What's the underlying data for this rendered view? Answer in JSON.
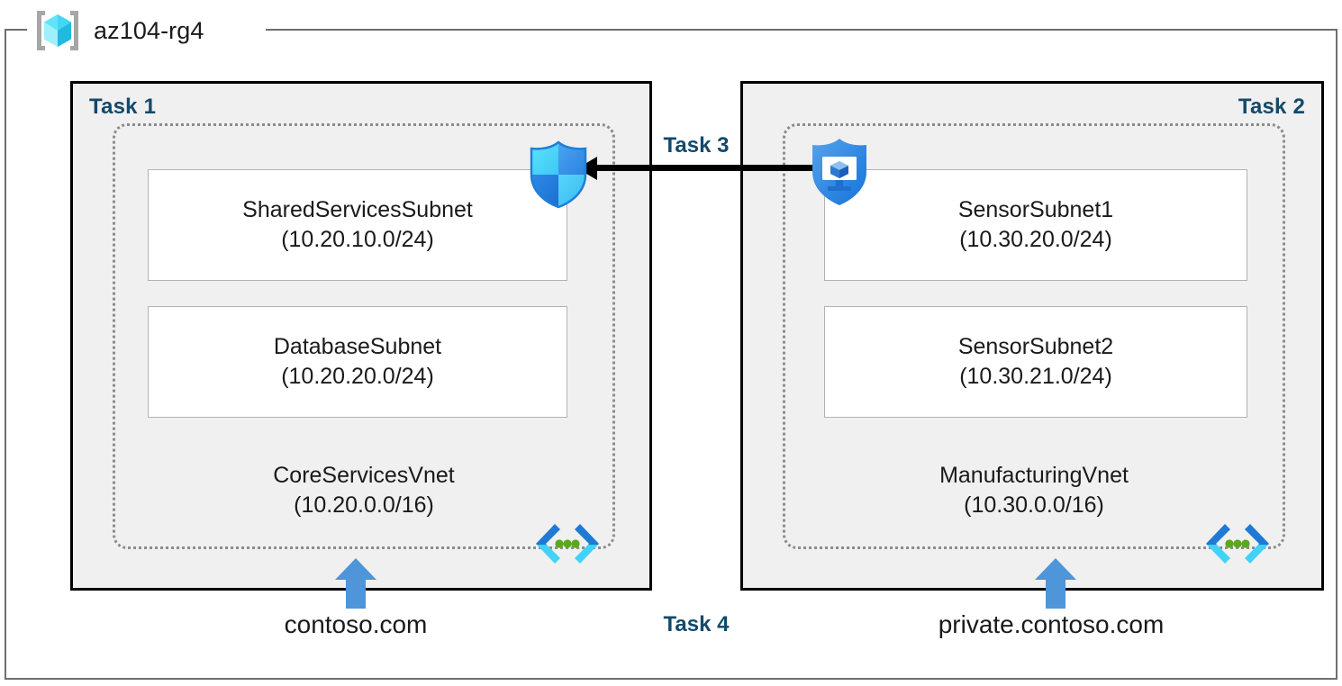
{
  "resource_group": {
    "name": "az104-rg4",
    "icon": "azure-resource-group-cube-icon"
  },
  "panels": [
    {
      "id": "left",
      "task_label": "Task 1",
      "vnet": {
        "name": "CoreServicesVnet",
        "cidr": "(10.20.0.0/16)",
        "icon": "virtual-network-icon"
      },
      "subnets": [
        {
          "name": "SharedServicesSubnet",
          "cidr": "(10.20.10.0/24)"
        },
        {
          "name": "DatabaseSubnet",
          "cidr": "(10.20.20.0/24)"
        }
      ],
      "dns_zone": "contoso.com",
      "corner_icon": "azure-firewall-shield-icon"
    },
    {
      "id": "right",
      "task_label": "Task 2",
      "vnet": {
        "name": "ManufacturingVnet",
        "cidr": "(10.30.0.0/16)",
        "icon": "virtual-network-icon"
      },
      "subnets": [
        {
          "name": "SensorSubnet1",
          "cidr": "(10.30.20.0/24)"
        },
        {
          "name": "SensorSubnet2",
          "cidr": "(10.30.21.0/24)"
        }
      ],
      "dns_zone": "private.contoso.com",
      "corner_icon": "azure-bastion-shield-monitor-icon"
    }
  ],
  "connectors": {
    "peering": {
      "label": "Task 3",
      "direction": "right-to-left",
      "icon": "left-arrow-icon"
    },
    "dns": {
      "label": "Task 4",
      "icon": "up-arrow-icon"
    }
  },
  "colors": {
    "task_label": "#13496b",
    "panel_background": "#f0f0f0",
    "panel_border": "#000000",
    "vnet_border": "#8c8c8c",
    "subnet_border": "#b3b3b3",
    "rg_border": "#6e6e6e",
    "arrow_blue": "#4e95d9",
    "shield_light": "#50d8ff",
    "shield_dark": "#1b72d8",
    "cube_cyan": "#58e0f7",
    "dot_green": "#58a618"
  }
}
